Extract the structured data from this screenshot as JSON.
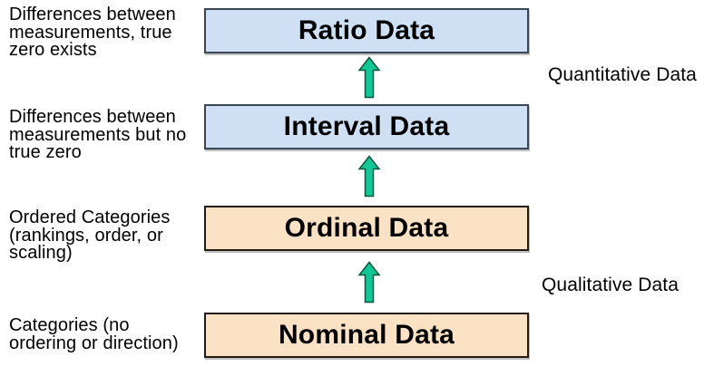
{
  "diagram": {
    "levels": [
      {
        "name": "ratio",
        "label": "Ratio Data",
        "description": "Differences between\nmeasurements, true\nzero exists",
        "category": "quantitative"
      },
      {
        "name": "interval",
        "label": "Interval Data",
        "description": "Differences between\nmeasurements but no\ntrue zero",
        "category": "quantitative"
      },
      {
        "name": "ordinal",
        "label": "Ordinal Data",
        "description": "Ordered Categories\n(rankings, order, or\nscaling)",
        "category": "qualitative"
      },
      {
        "name": "nominal",
        "label": "Nominal Data",
        "description": "Categories (no\nordering or direction)",
        "category": "qualitative"
      }
    ],
    "group_labels": {
      "quantitative": "Quantitative Data",
      "qualitative": "Qualitative Data"
    },
    "arrows": [
      {
        "icon": "up-arrow",
        "from": "Interval Data",
        "to": "Ratio Data"
      },
      {
        "icon": "up-arrow",
        "from": "Ordinal Data",
        "to": "Interval Data"
      },
      {
        "icon": "up-arrow",
        "from": "Nominal Data",
        "to": "Ordinal Data"
      }
    ],
    "colors": {
      "quantitative_fill": "#cfdff4",
      "qualitative_fill": "#fce2c4",
      "quantitative_border": "#3a4656",
      "qualitative_border": "#241c12",
      "arrow_fill": "#12c795",
      "arrow_border": "#0c553f",
      "text_color": "#000000"
    }
  }
}
